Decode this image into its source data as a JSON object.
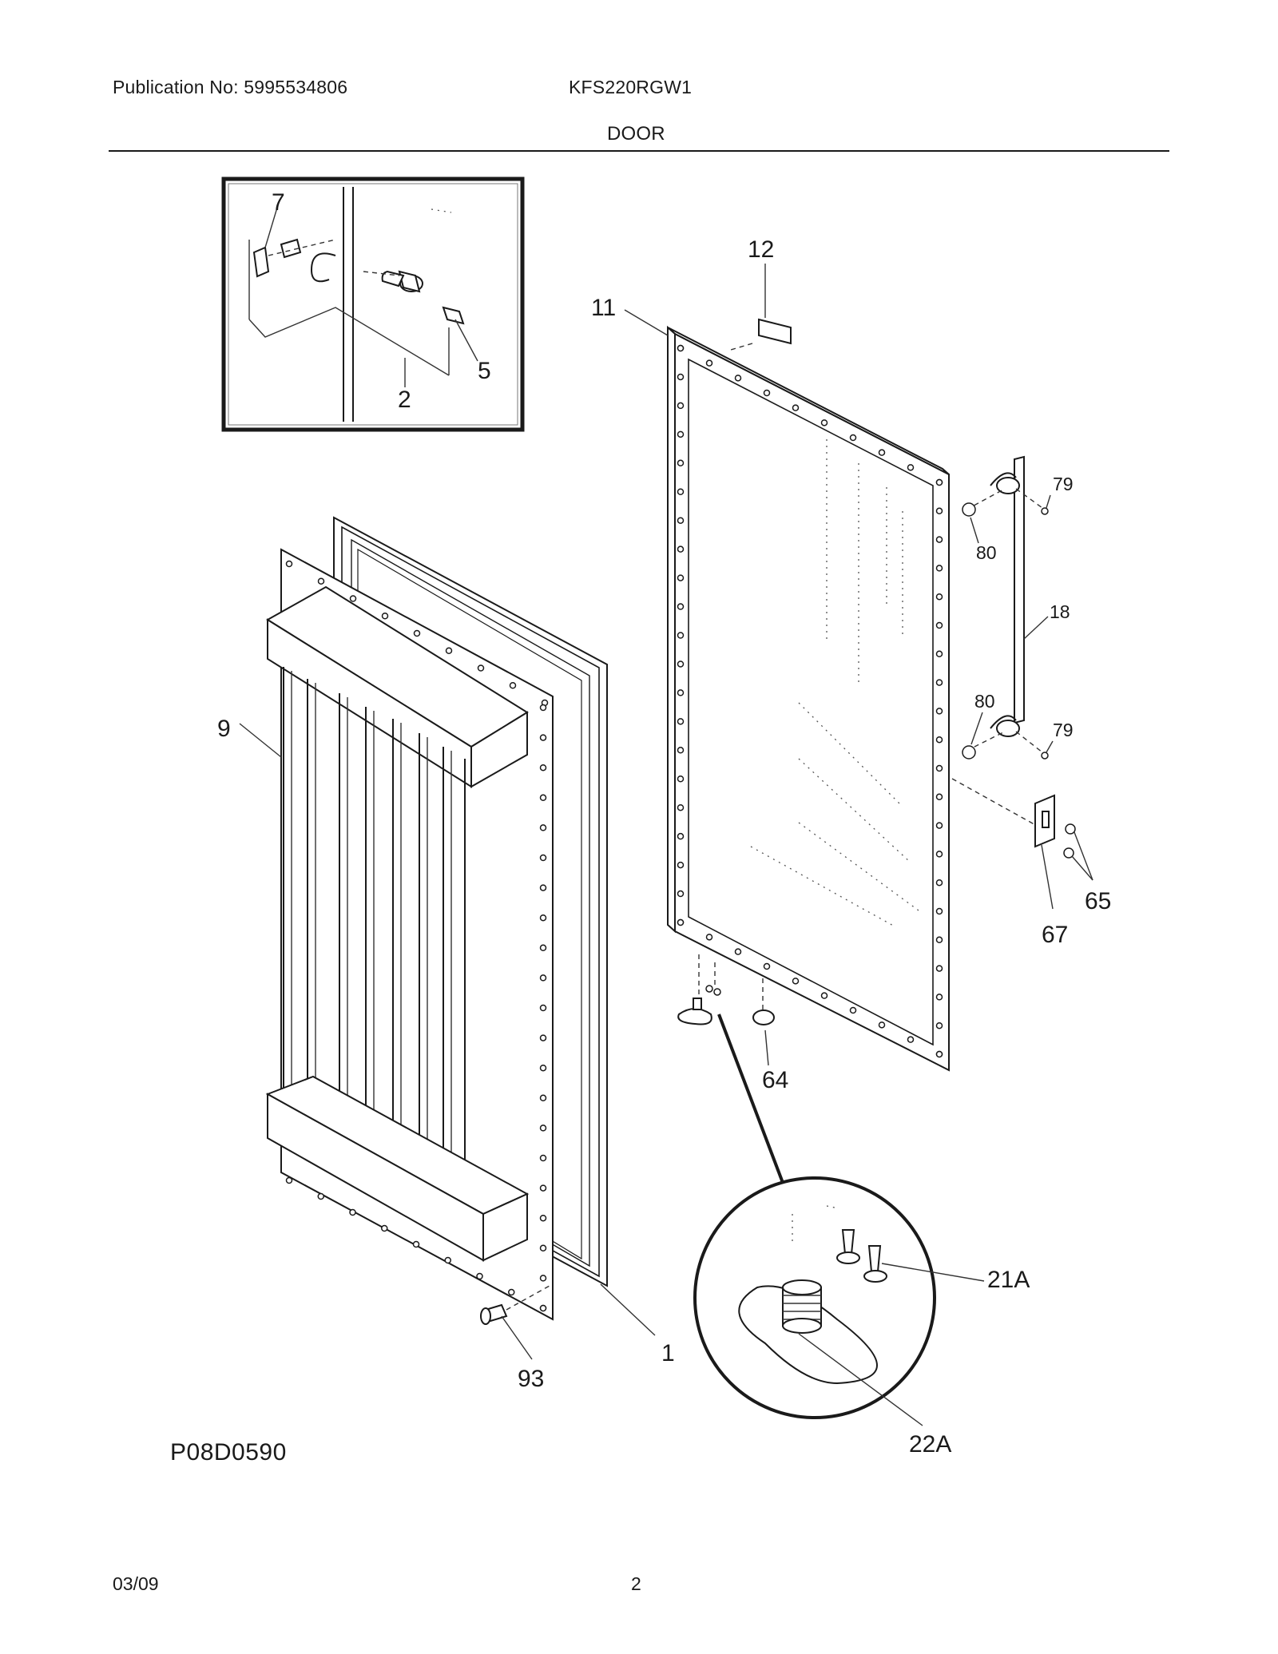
{
  "header": {
    "publication": "Publication No: 5995534806",
    "model": "KFS220RGW1",
    "section_title": "DOOR"
  },
  "drawing_code": "P08D0590",
  "footer": {
    "date": "03/09",
    "page": "2"
  },
  "callouts": {
    "inset_7": "7",
    "inset_5": "5",
    "inset_2": "2",
    "part_12": "12",
    "part_11": "11",
    "part_79_top": "79",
    "part_80_top": "80",
    "part_18": "18",
    "part_80_bottom": "80",
    "part_79_bottom": "79",
    "part_9": "9",
    "part_65": "65",
    "part_67": "67",
    "part_64": "64",
    "part_21a": "21A",
    "part_1": "1",
    "part_93": "93",
    "part_22a": "22A"
  }
}
